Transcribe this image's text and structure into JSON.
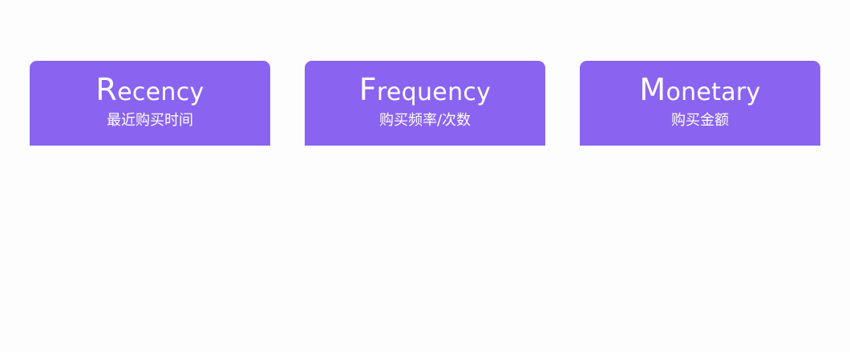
{
  "colors": {
    "card_background": "#8a63f0",
    "card_text": "#ffffff",
    "page_background": "#fdfdfd"
  },
  "cards": [
    {
      "initial": "R",
      "rest": "ecency",
      "subtitle": "最近购买时间"
    },
    {
      "initial": "F",
      "rest": "requency",
      "subtitle": "购买频率/次数"
    },
    {
      "initial": "M",
      "rest": "onetary",
      "subtitle": "购买金额"
    }
  ]
}
